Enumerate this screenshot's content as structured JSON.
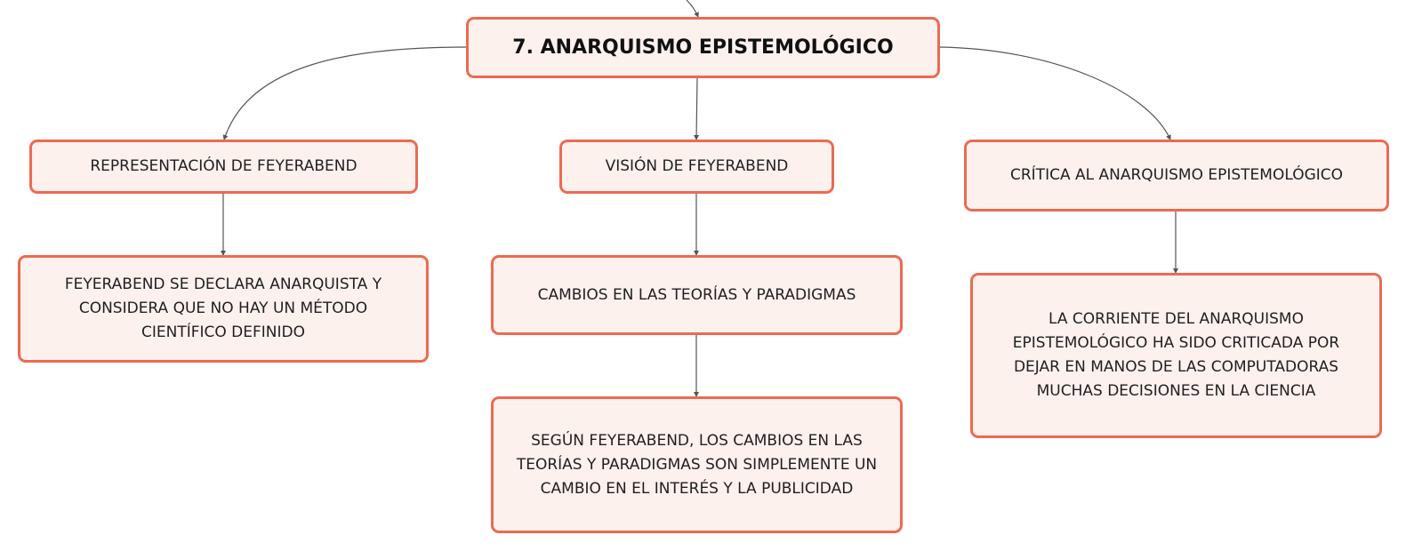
{
  "colors": {
    "node_fill": "#fdf1ee",
    "node_border": "#ec6a52",
    "connector": "#555555",
    "text": "#1f1f1f"
  },
  "mindmap": {
    "root": "7. ANARQUISMO EPISTEMOLÓGICO",
    "branches": [
      {
        "label": "REPRESENTACIÓN DE FEYERABEND",
        "children": [
          "FEYERABEND SE DECLARA ANARQUISTA Y CONSIDERA QUE NO HAY UN MÉTODO CIENTÍFICO DEFINIDO"
        ]
      },
      {
        "label": "VISIÓN DE FEYERABEND",
        "children": [
          "CAMBIOS EN LAS TEORÍAS Y PARADIGMAS",
          "SEGÚN FEYERABEND, LOS CAMBIOS EN LAS TEORÍAS Y PARADIGMAS SON SIMPLEMENTE UN CAMBIO EN EL INTERÉS Y LA PUBLICIDAD"
        ]
      },
      {
        "label": "CRÍTICA AL ANARQUISMO EPISTEMOLÓGICO",
        "children": [
          "LA CORRIENTE DEL ANARQUISMO EPISTEMOLÓGICO HA SIDO CRITICADA POR DEJAR EN MANOS DE LAS COMPUTADORAS MUCHAS DECISIONES EN LA CIENCIA"
        ]
      }
    ]
  }
}
